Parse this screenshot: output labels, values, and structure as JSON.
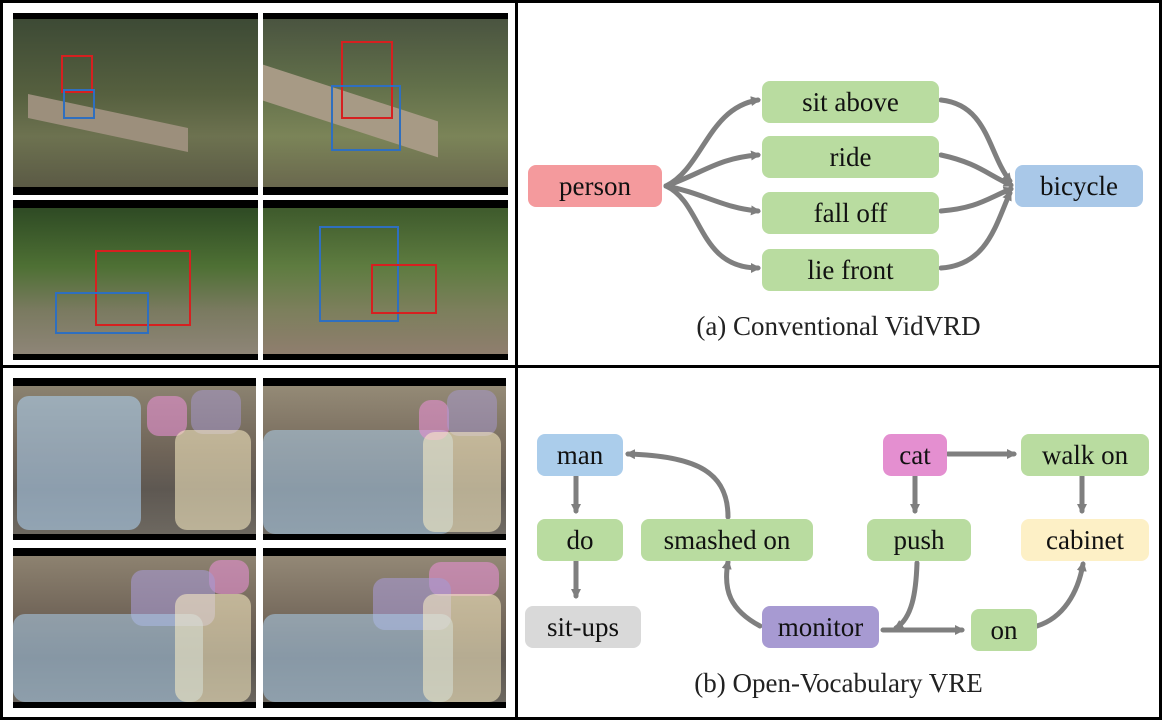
{
  "colors": {
    "subject": "#f49a9d",
    "predicate": "#b9dca0",
    "object": "#a9c8e8",
    "man": "#abcdeb",
    "cat": "#e48fd0",
    "monitor": "#a79ad2",
    "cabinet": "#fdf0c6",
    "situps": "#d9d9d9",
    "arrow": "#7f7f7f",
    "box_red": "#d62020",
    "box_blue": "#2f6fbf"
  },
  "conventional": {
    "caption": "(a) Conventional VidVRD",
    "subject": "person",
    "object": "bicycle",
    "predicates": [
      "sit above",
      "ride",
      "fall off",
      "lie front"
    ]
  },
  "open_vocab": {
    "caption": "(b) Open-Vocabulary VRE",
    "nodes": {
      "man": "man",
      "do": "do",
      "situps": "sit-ups",
      "smashed_on": "smashed on",
      "monitor": "monitor",
      "cat": "cat",
      "walk_on": "walk on",
      "push": "push",
      "cabinet": "cabinet",
      "on": "on"
    }
  }
}
